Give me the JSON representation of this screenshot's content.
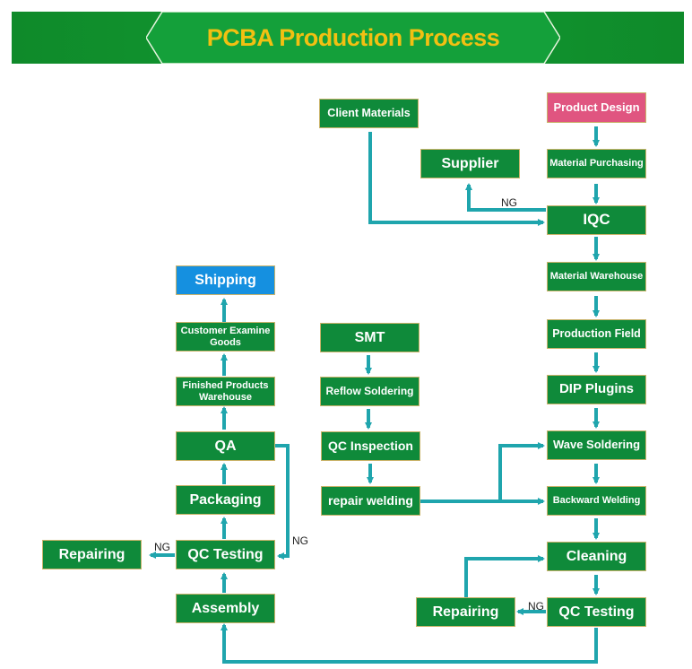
{
  "title": "PCBA Production Process",
  "colors": {
    "banner": "#0f8a2a",
    "title": "#f2c012",
    "node": "#0f8a3a",
    "product_design": "#e05580",
    "shipping": "#1590e0",
    "arrow": "#1fa5ad"
  },
  "nodes": {
    "client_materials": "Client Materials",
    "product_design": "Product Design",
    "supplier": "Supplier",
    "material_purchasing": "Material Purchasing",
    "iqc": "IQC",
    "material_warehouse": "Material Warehouse",
    "production_field": "Production Field",
    "dip_plugins": "DIP Plugins",
    "wave_soldering": "Wave Soldering",
    "backward_welding": "Backward Welding",
    "cleaning": "Cleaning",
    "qc_testing_right": "QC Testing",
    "repairing_right": "Repairing",
    "smt": "SMT",
    "reflow_soldering": "Reflow Soldering",
    "qc_inspection": "QC Inspection",
    "repair_welding": "repair welding",
    "shipping": "Shipping",
    "customer_examine_goods": "Customer Examine Goods",
    "finished_products_warehouse": "Finished Products Warehouse",
    "qa": "QA",
    "packaging": "Packaging",
    "qc_testing_left": "QC Testing",
    "repairing_left": "Repairing",
    "assembly": "Assembly"
  },
  "labels": {
    "ng": "NG"
  }
}
